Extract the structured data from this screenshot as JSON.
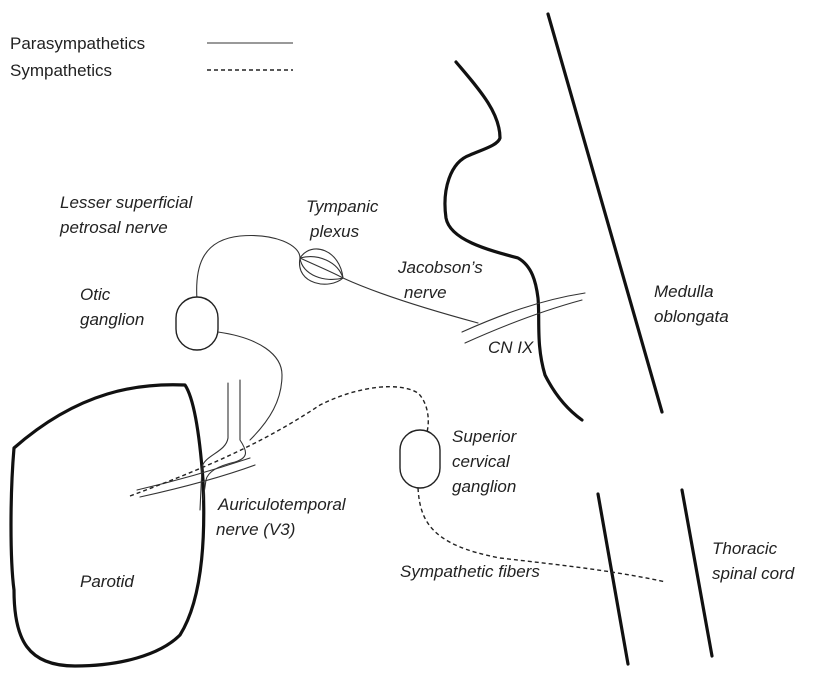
{
  "legend": {
    "parasympathetics": "Parasympathetics",
    "sympathetics": "Sympathetics"
  },
  "labels": {
    "lesser_petrosal_1": "Lesser superficial",
    "lesser_petrosal_2": "petrosal nerve",
    "tympanic_1": "Tympanic",
    "tympanic_2": "plexus",
    "jacobson_1": "Jacobson’s",
    "jacobson_2": "nerve",
    "otic_1": "Otic",
    "otic_2": "ganglion",
    "cn_ix": "CN IX",
    "medulla_1": "Medulla",
    "medulla_2": "oblongata",
    "superior_cervical_1": "Superior",
    "superior_cervical_2": "cervical",
    "superior_cervical_3": "ganglion",
    "auriculotemporal_1": "Auriculotemporal",
    "auriculotemporal_2": "nerve (V3)",
    "parotid": "Parotid",
    "sympathetic_fibers": "Sympathetic fibers",
    "thoracic_1": "Thoracic",
    "thoracic_2": "spinal cord"
  },
  "colors": {
    "line": "#222222",
    "background": "#ffffff"
  }
}
